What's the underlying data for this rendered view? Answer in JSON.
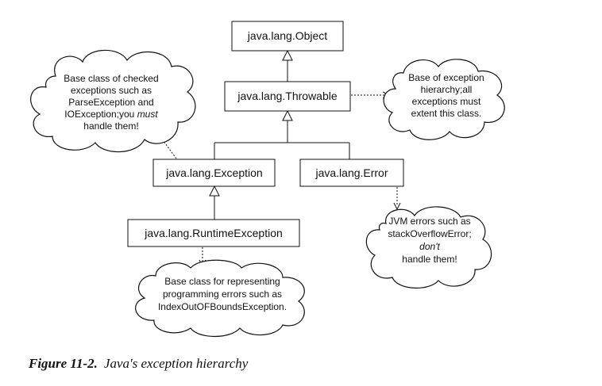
{
  "classes": {
    "object": "java.lang.Object",
    "throwable": "java.lang.Throwable",
    "exception": "java.lang.Exception",
    "error": "java.lang.Error",
    "runtime": "java.lang.RuntimeException"
  },
  "notes": {
    "checked": [
      "Base class of checked",
      "exceptions such as",
      "ParseException and",
      "IOException;you ",
      "must",
      "handle them!"
    ],
    "throwable": [
      "Base of exception",
      "hierarchy;all",
      "exceptions must",
      "extent this class."
    ],
    "error": [
      "JVM errors such as",
      "stackOverflowError;",
      "don't",
      "handle them!"
    ],
    "runtime": [
      "Base class for representing",
      "programming errors such as",
      "IndexOutOFBoundsException."
    ]
  },
  "caption": {
    "number": "Figure 11-2.",
    "text": "Java's exception hierarchy"
  }
}
